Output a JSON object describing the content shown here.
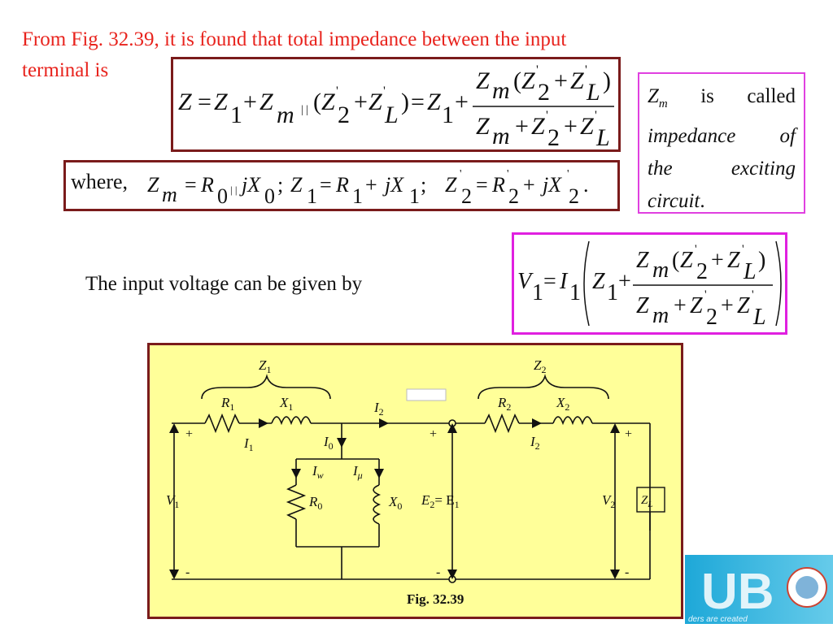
{
  "intro": {
    "line1": "From Fig. 32.39, it is found that total impedance between the input",
    "line2": "terminal is"
  },
  "side_note": {
    "symbol": "Z",
    "symbol_sub": "m",
    "part1": "is called",
    "part2": "impedance of",
    "part3": "the exciting",
    "part4": "circuit",
    "period": "."
  },
  "input_caption": "The input voltage can be given by",
  "equations": {
    "where_word": "where,"
  },
  "circuit": {
    "caption": "Fig. 32.39",
    "labels": {
      "Z1": "Z",
      "Z1_sub": "1",
      "Z2": "Z",
      "Z2_sub": "2",
      "R1": "R",
      "R1_sub": "1",
      "X1": "X",
      "X1_sub": "1",
      "R2": "R",
      "R2_sub": "2",
      "X2": "X",
      "X2_sub": "2",
      "I1": "I",
      "I1_sub": "1",
      "I2a": "I",
      "I2a_sub": "2",
      "I2b": "I",
      "I2b_sub": "2",
      "I0": "I",
      "I0_sub": "0",
      "Iw": "I",
      "Iw_sub": "w",
      "Imu": "I",
      "Imu_sub": "μ",
      "R0": "R",
      "R0_sub": "0",
      "X0": "X",
      "X0_sub": "0",
      "V1": "V",
      "V1_sub": "1",
      "V2": "V",
      "V2_sub": "2",
      "E2": "E",
      "E2_sub": "2",
      "E1_eq": "= E",
      "E1_sub": "1",
      "ZL": "Z",
      "ZL_sub": "L",
      "plus": "+",
      "minus": "-"
    }
  },
  "logo": {
    "text": "UB",
    "tagline": "ders are created"
  }
}
